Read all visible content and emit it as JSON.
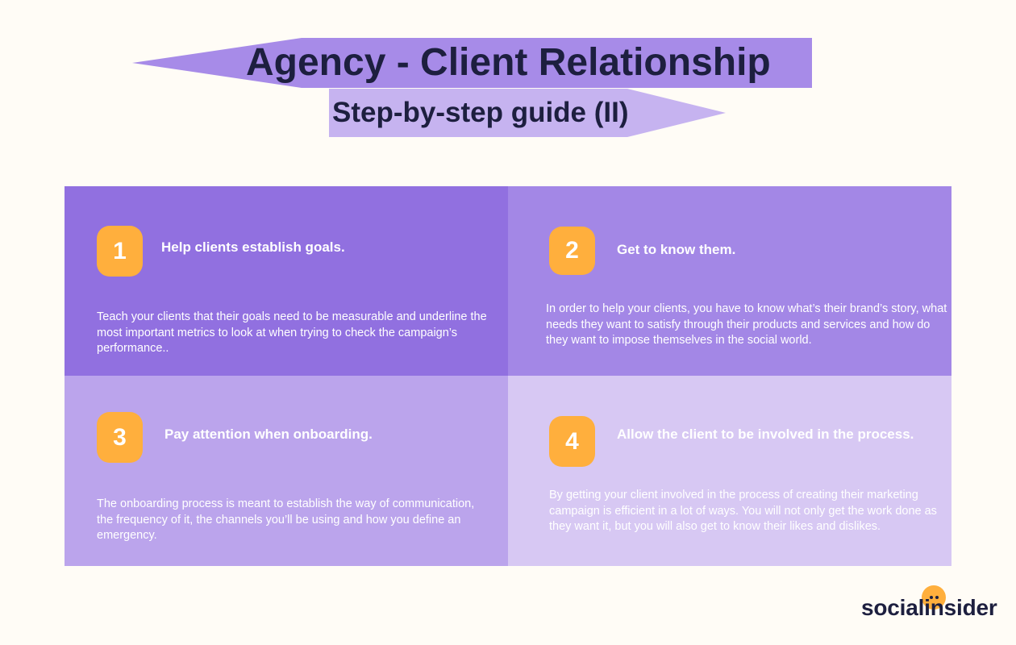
{
  "header": {
    "title": "Agency - Client Relationship",
    "subtitle": "Step-by-step guide (II)"
  },
  "steps": [
    {
      "number": "1",
      "title": "Help clients establish goals.",
      "description": "Teach your clients that their goals need to be measurable and underline the most important metrics to look at when trying to check the campaign’s performance.."
    },
    {
      "number": "2",
      "title": "Get to know them.",
      "description": "In order to help your clients, you have to know what’s their brand’s story, what needs they want to satisfy through their products and services and how do they want to impose themselves in the social world."
    },
    {
      "number": "3",
      "title": "Pay attention when onboarding.",
      "description": "The onboarding process is meant to establish the way of communication, the frequency of it, the channels you’ll be using and how you define an emergency."
    },
    {
      "number": "4",
      "title": "Allow the client to be involved in the process.",
      "description": "By getting your client involved in the process of creating their marketing campaign is efficient in a lot of ways. You will not only get the work done as they want it, but you will also get to know their likes and dislikes."
    }
  ],
  "brand": {
    "name": "socialinsider"
  },
  "colors": {
    "background": "#fffcf6",
    "title_banner": "#a78be8",
    "subtitle_banner": "#c6b3f0",
    "step1_bg": "#9170e0",
    "step2_bg": "#a387e6",
    "step3_bg": "#bba4ec",
    "step4_bg": "#d7c8f3",
    "badge": "#ffaf3d",
    "text_dark": "#1d1f3f"
  }
}
